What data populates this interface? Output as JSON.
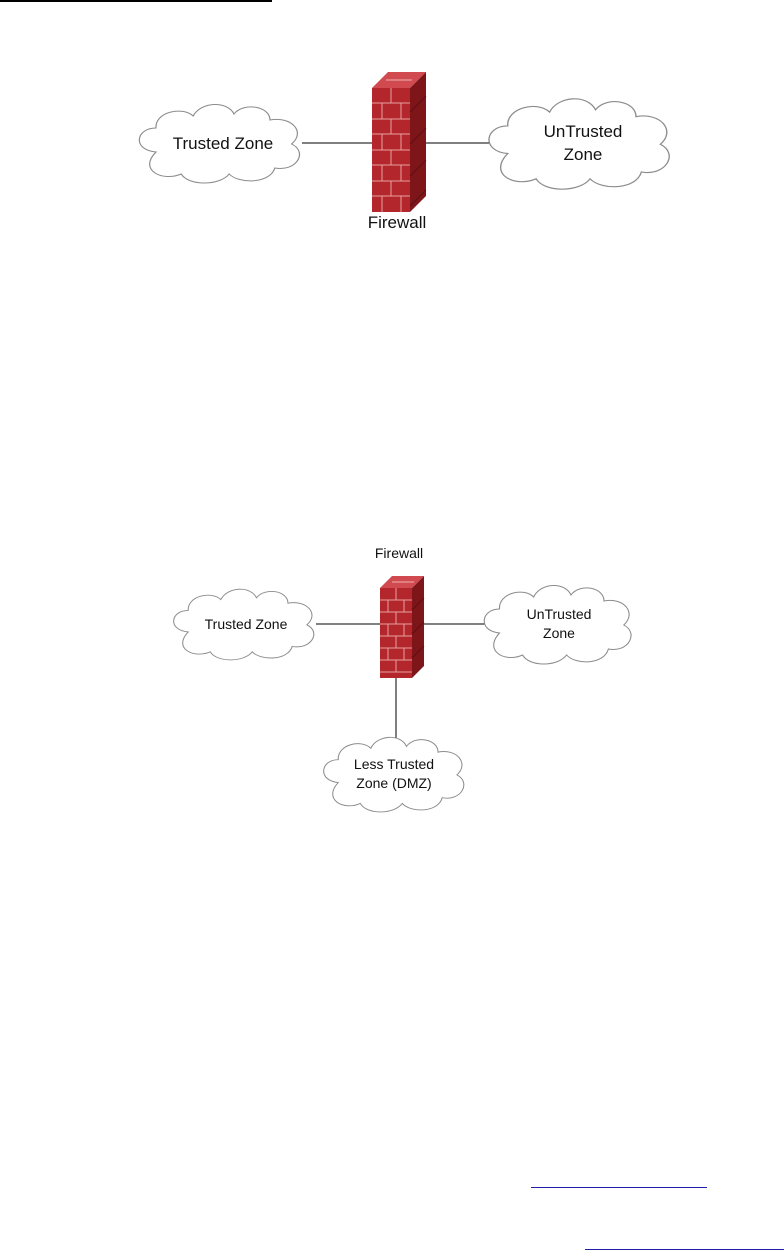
{
  "colors": {
    "brick_face": "#b3262b",
    "brick_side": "#7e1519",
    "brick_top": "#d04a4f",
    "cloud_stroke": "#8c8c8c",
    "link_rule": "#1f1fa8"
  },
  "diagram1": {
    "trusted_zone": "Trusted Zone",
    "untrusted_zone_line1": "UnTrusted",
    "untrusted_zone_line2": "Zone",
    "firewall_label": "Firewall"
  },
  "diagram2": {
    "firewall_label": "Firewall",
    "trusted_zone": "Trusted Zone",
    "untrusted_zone_line1": "UnTrusted",
    "untrusted_zone_line2": "Zone",
    "dmz_line1": "Less Trusted",
    "dmz_line2": "Zone (DMZ)"
  }
}
